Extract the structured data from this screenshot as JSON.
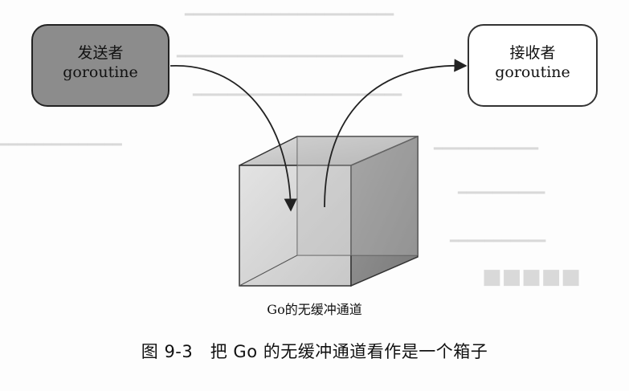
{
  "sender": {
    "line1": "发送者",
    "line2": "goroutine"
  },
  "receiver": {
    "line1": "接收者",
    "line2": "goroutine"
  },
  "channel_caption": "Go的无缓冲通道",
  "figure_caption": "图 9-3　把 Go 的无缓冲通道看作是一个箱子"
}
